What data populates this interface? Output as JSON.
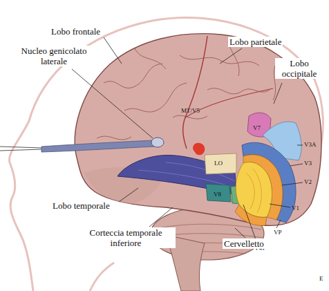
{
  "diagram": {
    "labels": [
      "Lobo frontale",
      "Nucleo genicolato laterale",
      "Lobo parietale",
      "Lobo occipitale",
      "MT/V5",
      "V7",
      "V3A",
      "V3",
      "V2",
      "V1",
      "VP",
      "V4v",
      "V8",
      "LO",
      "Lobo temporale",
      "Corteccia temporale inferiore",
      "Cervelletto",
      "E"
    ]
  }
}
